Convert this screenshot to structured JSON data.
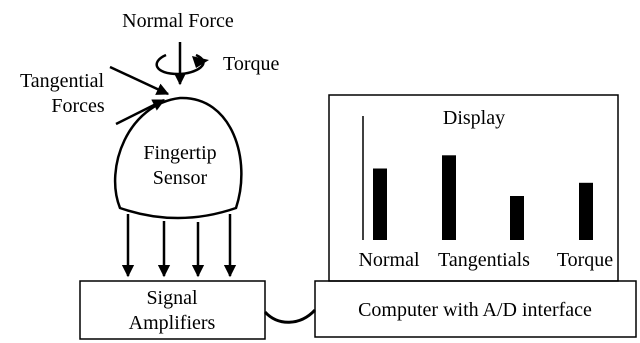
{
  "labels": {
    "normal_force": "Normal Force",
    "torque": "Torque",
    "tangential_line1": "Tangential",
    "tangential_line2": "Forces",
    "sensor_line1": "Fingertip",
    "sensor_line2": "Sensor",
    "amp_line1": "Signal",
    "amp_line2": "Amplifiers",
    "computer": "Computer with A/D interface",
    "display_title": "Display"
  },
  "chart_data": {
    "type": "bar",
    "categories": [
      "Normal",
      "Tangentials",
      "Tangentials",
      "Torque"
    ],
    "category_labels": [
      "Normal",
      "Tangentials",
      "Torque"
    ],
    "values": [
      65,
      77,
      40,
      52
    ],
    "ylim": [
      0,
      100
    ],
    "grid": false,
    "title": "Display",
    "xlabel": "",
    "ylabel": ""
  },
  "colors": {
    "line": "#000000",
    "background": "#ffffff",
    "bar": "#000000"
  }
}
